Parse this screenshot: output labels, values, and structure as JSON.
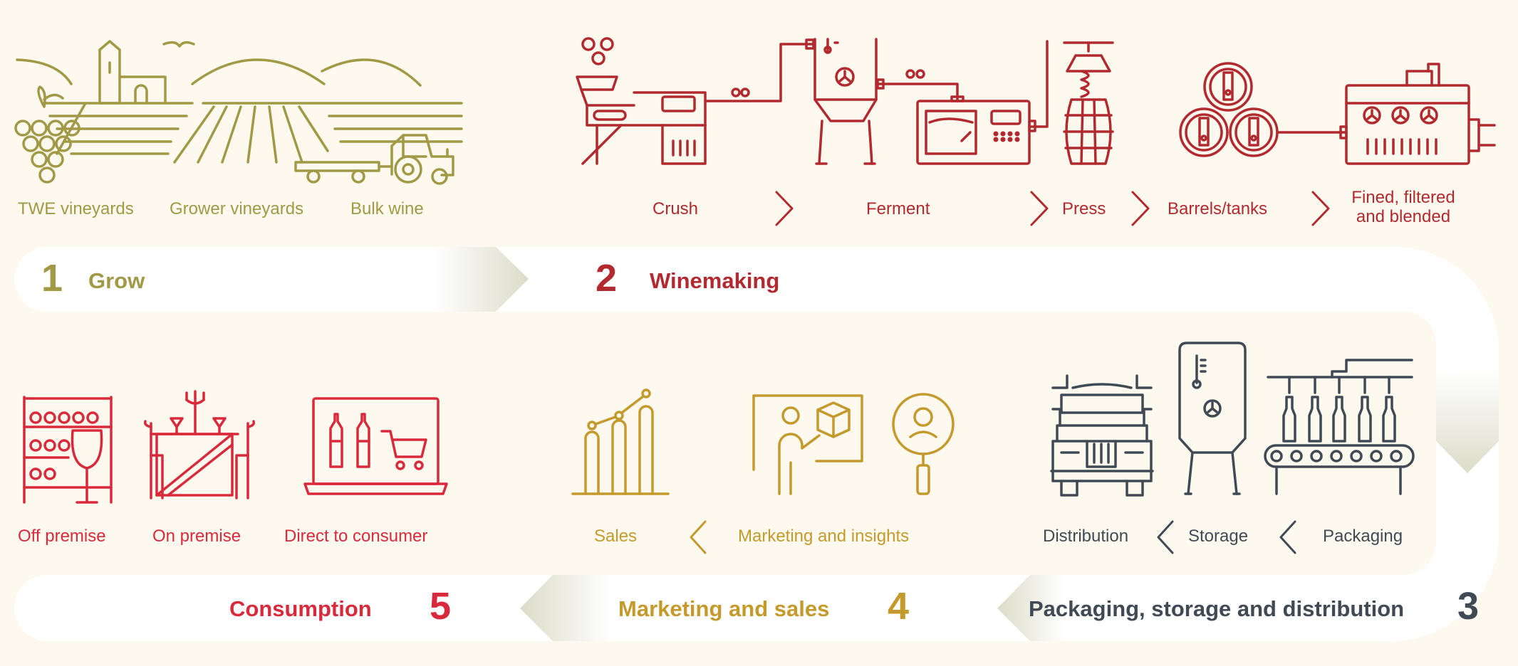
{
  "colors": {
    "grow": "#a19945",
    "winemaking": "#b22a2f",
    "packaging": "#3f4a55",
    "marketing": "#c59a2c",
    "consumption": "#d92a3b",
    "background": "#fdf9ee",
    "band": "#ffffff"
  },
  "stages": [
    {
      "number": "1",
      "title": "Grow"
    },
    {
      "number": "2",
      "title": "Winemaking"
    },
    {
      "number": "3",
      "title": "Packaging, storage and distribution"
    },
    {
      "number": "4",
      "title": "Marketing and sales"
    },
    {
      "number": "5",
      "title": "Consumption"
    }
  ],
  "grow": {
    "items": [
      "TWE vineyards",
      "Grower vineyards",
      "Bulk wine"
    ]
  },
  "winemaking": {
    "steps": [
      "Crush",
      "Ferment",
      "Press",
      "Barrels/tanks",
      "Fined, filtered",
      "and blended"
    ]
  },
  "packaging": {
    "steps": [
      "Distribution",
      "Storage",
      "Packaging"
    ]
  },
  "marketing": {
    "steps": [
      "Sales",
      "Marketing and insights"
    ]
  },
  "consumption": {
    "channels": [
      "Off premise",
      "On premise",
      "Direct to consumer"
    ]
  },
  "icons": [
    "vineyard-landscape-icon",
    "tractor-icon",
    "grapes-icon",
    "crusher-icon",
    "fermenter-icon",
    "wine-press-icon",
    "barrels-icon",
    "filter-machine-icon",
    "truck-icon",
    "storage-tank-icon",
    "bottling-line-icon",
    "bar-chart-icon",
    "presentation-icon",
    "magnifier-person-icon",
    "wine-shelf-icon",
    "dining-table-icon",
    "laptop-cart-icon",
    "chevron-right-icon",
    "chevron-left-icon"
  ]
}
